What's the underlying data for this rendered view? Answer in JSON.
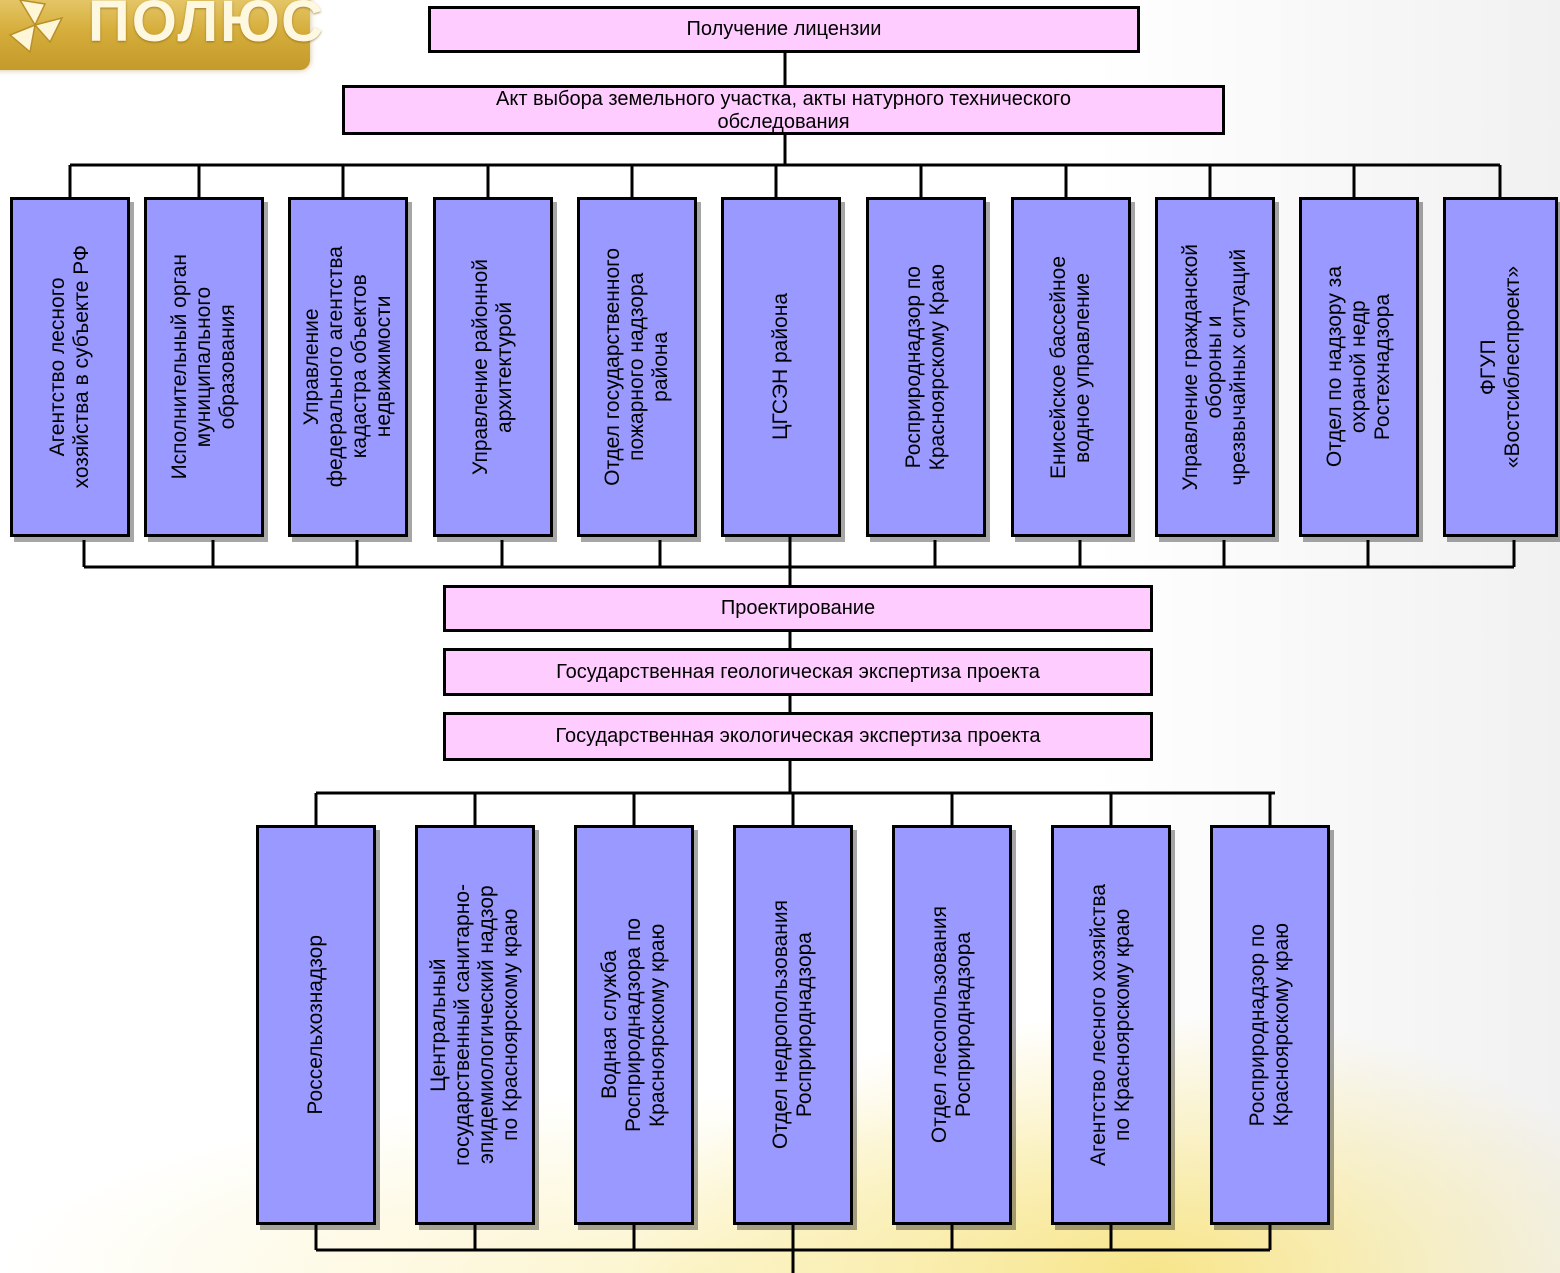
{
  "logo": {
    "text": "ПОЛЮС"
  },
  "top_boxes": [
    {
      "id": "license",
      "text": "Получение лицензии"
    },
    {
      "id": "act",
      "text": "Акт выбора земельного участка, акты натурного технического обследования"
    }
  ],
  "row1": [
    "Агентство лесного\nхозяйства в субъекте РФ",
    "Исполнительный орган\nмуниципального\nобразования",
    "Управление\nфедерального агентства\nкадастра объектов\nнедвижимости",
    "Управление районной\nархитектурой",
    "Отдел государственного\nпожарного надзора\nрайона",
    "ЦГСЭН района",
    "Росприроднадзор по\nКрасноярскому Краю",
    "Енисейское бассейное\nводное управление",
    "Управление гражданской\nобороны и\nчрезвычайных ситуаций",
    "Отдел по надзору за\nохраной недр\nРостехнадзора",
    "ФГУП\n«Востсиблеспроект»"
  ],
  "middle_boxes": [
    {
      "id": "design",
      "text": "Проектирование"
    },
    {
      "id": "geo",
      "text": "Государственная геологическая экспертиза проекта"
    },
    {
      "id": "eco",
      "text": "Государственная экологическая экспертиза проекта"
    }
  ],
  "row2": [
    "Россельхознадзор",
    "Центральный\nгосударственный санитарно-\nэпидемиологический надзор\nпо Красноярскому краю",
    "Водная служба\nРосприроднадзора по\nКрасноярскому краю",
    "Отдел недропользования\nРосприроднадзора",
    "Отдел лесопользования\nРосприроднадзора",
    "Агентство лесного хозяйства\nпо Красноярскому краю",
    "Росприроднадзор по\nКрасноярскому краю"
  ],
  "colors": {
    "pink_box": "#ffccff",
    "blue_box": "#9999ff",
    "line": "#000000"
  }
}
